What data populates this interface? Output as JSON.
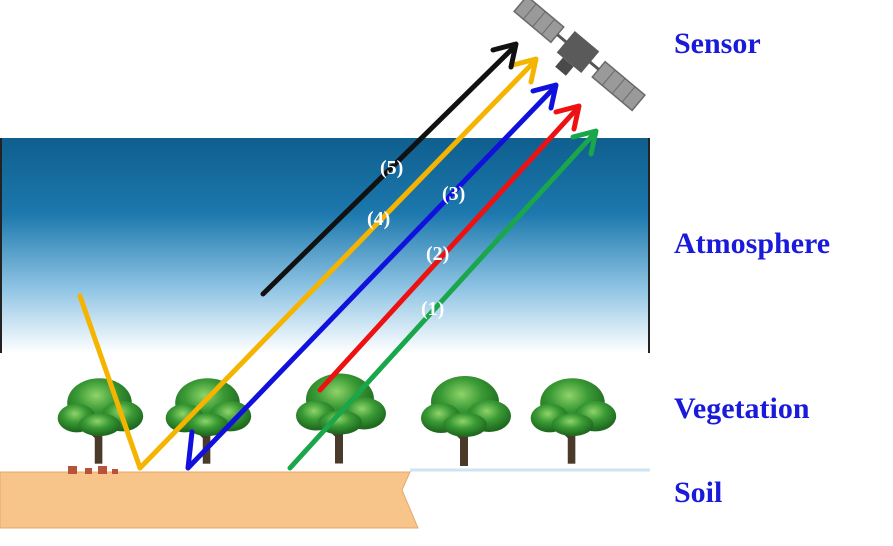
{
  "layers": {
    "sensor": "Sensor",
    "atmosphere": "Atmosphere",
    "vegetation": "Vegetation",
    "soil": "Soil"
  },
  "paths": [
    {
      "label": "(1)",
      "color": "#1aa64a"
    },
    {
      "label": "(2)",
      "color": "#ee1111"
    },
    {
      "label": "(3)",
      "color": "#1111dd"
    },
    {
      "label": "(4)",
      "color": "#f5b400"
    },
    {
      "label": "(5)",
      "color": "#111111"
    }
  ],
  "colors": {
    "label_text": "#1a1adb",
    "sky_top": "#0f5f8f",
    "sky_bottom": "#ffffff",
    "soil": "#f7c48a",
    "tree_foliage": "#2e8b2e",
    "trunk": "#4a3a2a",
    "satellite": "#666666"
  },
  "icons": [
    "satellite-icon",
    "tree-icon"
  ]
}
